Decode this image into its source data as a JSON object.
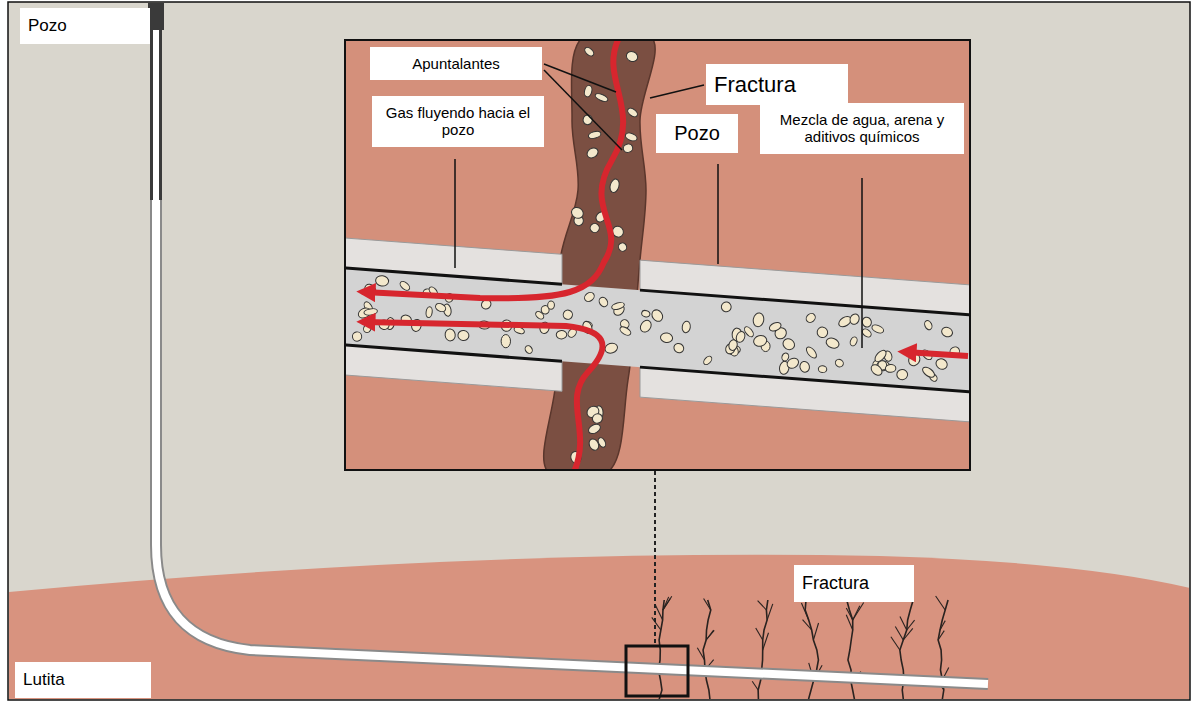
{
  "diagram": {
    "labels": [
      "Pozo",
      "Apuntalantes",
      "Fractura",
      "Gas fluyendo hacia el pozo",
      "Pozo",
      "Mezcla de agua, arena y aditivos químicos",
      "Fractura",
      "Lutita"
    ]
  }
}
